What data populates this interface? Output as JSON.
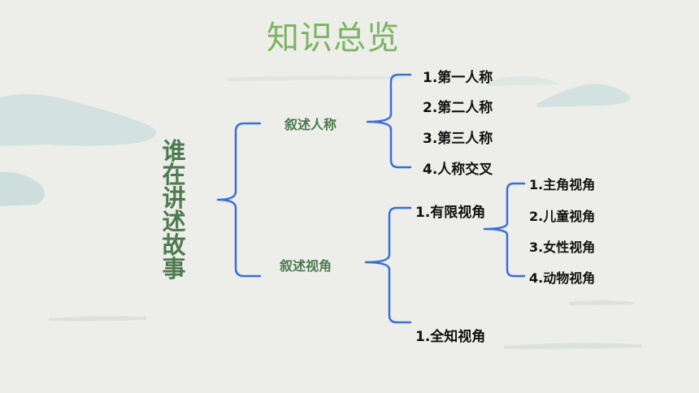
{
  "title": "知识总览",
  "root": "谁在讲述故事",
  "branches": [
    {
      "label": "叙述人称",
      "children": [
        "1.第一人称",
        "2.第二人称",
        "3.第三人称",
        "4.人称交叉"
      ]
    },
    {
      "label": "叙述视角",
      "children": [
        {
          "label": "1.有限视角",
          "children": [
            "1.主角视角",
            "2.儿童视角",
            "3.女性视角",
            "4.动物视角"
          ]
        },
        {
          "label": "1.全知视角"
        }
      ]
    }
  ],
  "colors": {
    "background": "#edeeea",
    "title": "#7cb464",
    "node_text": "#4d7a4f",
    "bracket": "#3a6fd8",
    "decor_hills": "#cfe0df"
  }
}
